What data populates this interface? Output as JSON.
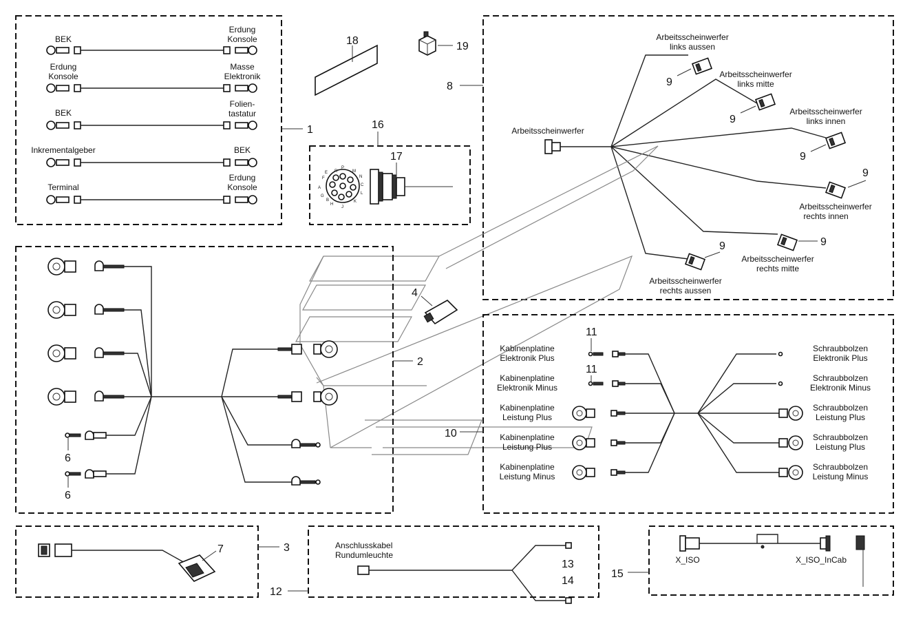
{
  "group1": {
    "number": "1",
    "rows": [
      {
        "left": [
          "BEK"
        ],
        "right": [
          "Erdung",
          "Konsole"
        ]
      },
      {
        "left": [
          "Erdung",
          "Konsole"
        ],
        "right": [
          "Masse",
          "Elektronik"
        ]
      },
      {
        "left": [
          "BEK"
        ],
        "right": [
          "Folien-",
          "tastatur"
        ]
      },
      {
        "left": [
          "Inkrementalgeber"
        ],
        "right": [
          "BEK"
        ]
      },
      {
        "left": [
          "Terminal"
        ],
        "right": [
          "Erdung",
          "Konsole"
        ]
      }
    ]
  },
  "part18": "18",
  "part19": "19",
  "group16": {
    "number": "16",
    "part17": "17",
    "pins": [
      "P",
      "R",
      "M",
      "F",
      "N",
      "E",
      "A",
      "G",
      "L",
      "B",
      "H",
      "K",
      "J",
      "C"
    ]
  },
  "group8": {
    "number": "8",
    "main_label": "Arbeitsscheinwerfer",
    "lamps": [
      {
        "num": "9",
        "label": [
          "Arbeitsscheinwerfer",
          "links aussen"
        ]
      },
      {
        "num": "9",
        "label": [
          "Arbeitsscheinwerfer",
          "links mitte"
        ]
      },
      {
        "num": "9",
        "label": [
          "Arbeitsscheinwerfer",
          "links innen"
        ]
      },
      {
        "num": "9",
        "label": [
          "Arbeitsscheinwerfer",
          "rechts innen"
        ]
      },
      {
        "num": "9",
        "label": [
          "Arbeitsscheinwerfer",
          "rechts mitte"
        ]
      },
      {
        "num": "9",
        "label": [
          "Arbeitsscheinwerfer",
          "rechts aussen"
        ]
      }
    ]
  },
  "group2": {
    "number": "2",
    "part4": "4",
    "part6a": "6",
    "part6b": "6"
  },
  "group10": {
    "number": "10",
    "part11a": "11",
    "part11b": "11",
    "left_labels": [
      [
        "Kabinenplatine",
        "Elektronik Plus"
      ],
      [
        "Kabinenplatine",
        "Elektronik Minus"
      ],
      [
        "Kabinenplatine",
        "Leistung Plus"
      ],
      [
        "Kabinenplatine",
        "Leistung Plus"
      ],
      [
        "Kabinenplatine",
        "Leistung Minus"
      ]
    ],
    "right_labels": [
      [
        "Schraubbolzen",
        "Elektronik Plus"
      ],
      [
        "Schraubbolzen",
        "Elektronik Minus"
      ],
      [
        "Schraubbolzen",
        "Leistung Plus"
      ],
      [
        "Schraubbolzen",
        "Leistung Plus"
      ],
      [
        "Schraubbolzen",
        "Leistung Minus"
      ]
    ]
  },
  "group3": {
    "number": "3",
    "part7": "7"
  },
  "group12": {
    "number": "12",
    "label": [
      "Anschlusskabel",
      "Rundumleuchte"
    ],
    "part13": "13",
    "part14": "14"
  },
  "group15": {
    "number": "15",
    "left_label": "X_ISO",
    "right_label": "X_ISO_InCab"
  }
}
